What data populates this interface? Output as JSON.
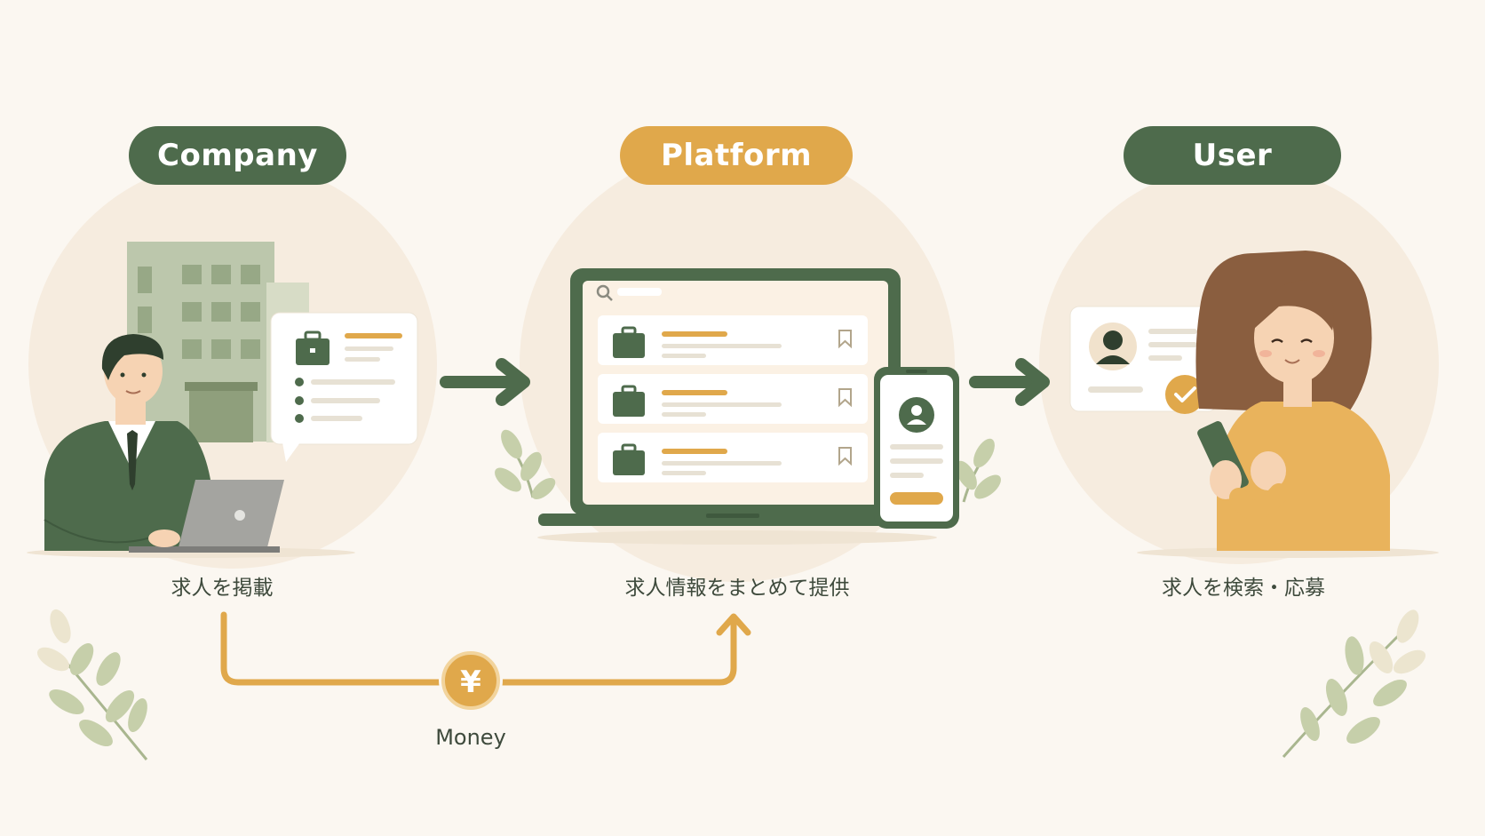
{
  "nodes": {
    "company": {
      "label": "Company",
      "caption": "求人を掲載"
    },
    "platform": {
      "label": "Platform",
      "caption": "求人情報をまとめて提供"
    },
    "user": {
      "label": "User",
      "caption": "求人を検索・応募"
    }
  },
  "money": {
    "label": "Money",
    "symbol": "¥"
  },
  "colors": {
    "background": "#fbf7f1",
    "green": "#4e6b4c",
    "orange": "#e0a84b",
    "circle": "#f6ecdf"
  },
  "icons": [
    "building-icon",
    "briefcase-icon",
    "laptop-icon",
    "smartphone-icon",
    "person-icon",
    "checkmark-icon",
    "bookmark-icon",
    "search-icon",
    "yen-coin-icon",
    "leaf-icon"
  ]
}
